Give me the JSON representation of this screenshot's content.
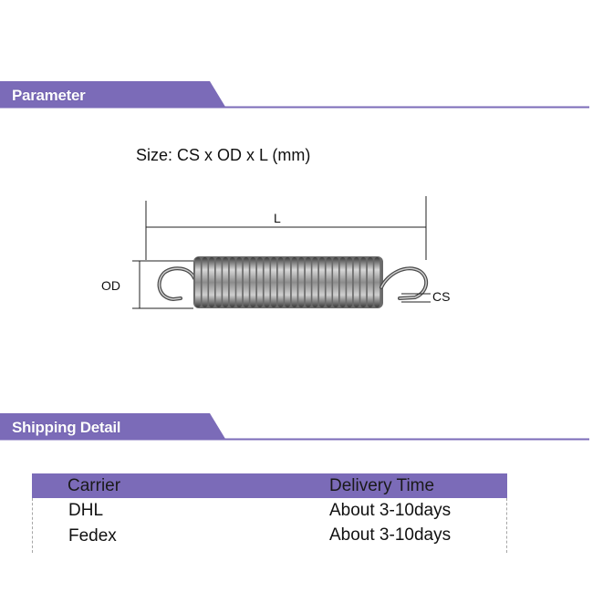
{
  "colors": {
    "accent": "#7b6bb8",
    "accent_dark": "#6a5ba8",
    "header_text": "#ffffff"
  },
  "parameter_section": {
    "title": "Parameter",
    "size_label": "Size: CS x OD x L (mm)",
    "diagram": {
      "length_label": "L",
      "outer_diameter_label": "OD",
      "wire_size_label": "CS"
    }
  },
  "shipping_section": {
    "title": "Shipping Detail",
    "table": {
      "columns": [
        "Carrier",
        "Delivery Time"
      ],
      "rows": [
        {
          "carrier": "DHL",
          "delivery_time": "About 3-10days"
        },
        {
          "carrier": "Fedex",
          "delivery_time": "About 3-10days"
        }
      ]
    }
  }
}
